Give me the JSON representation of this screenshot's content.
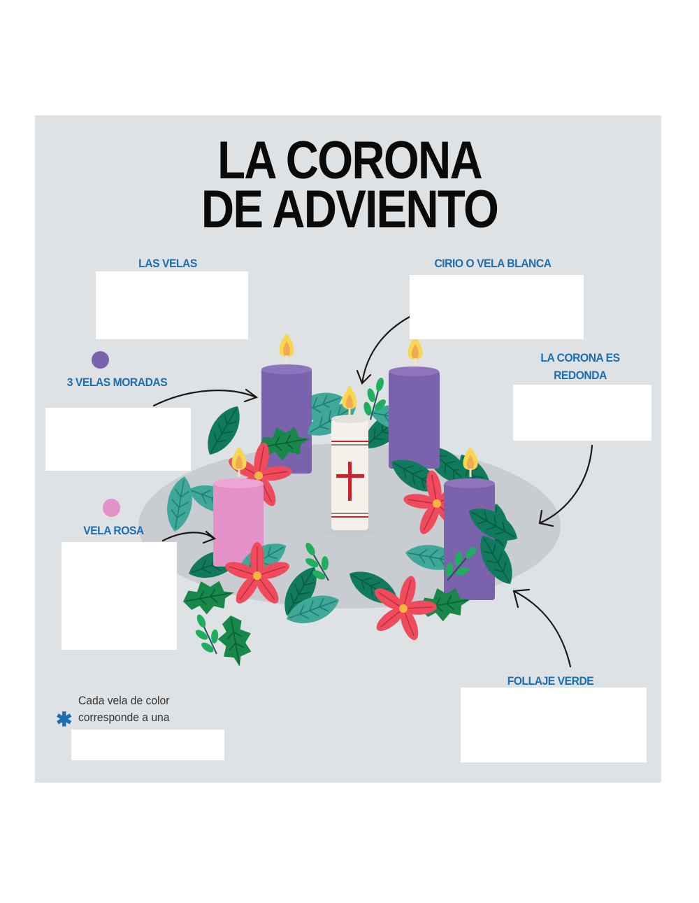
{
  "title": {
    "line1": "LA CORONA",
    "line2": "DE ADVIENTO"
  },
  "labels": {
    "las_velas": "LAS VELAS",
    "cirio": "CIRIO O VELA BLANCA",
    "moradas": "3 VELAS MORADAS",
    "corona_line1": "LA CORONA ES",
    "corona_line2": "REDONDA",
    "vela_rosa": "VELA ROSA",
    "follaje": "FOLLAJE VERDE"
  },
  "note": {
    "line1": "Cada vela de color",
    "line2": "corresponde a una",
    "icon": "asterisk-icon"
  },
  "answers": {
    "las_velas": "",
    "cirio": "",
    "moradas": "",
    "corona": "",
    "vela_rosa": "",
    "follaje": "",
    "nota": ""
  },
  "colors": {
    "background_panel": "#dfe2e5",
    "label_blue": "#1b6fb1",
    "purple_candle": "#7b62ad",
    "pink_candle": "#e391c6",
    "white_candle": "#f3f1ea",
    "flame": "#f7c54a",
    "poinsettia": "#ef4b5c",
    "leaf_dark": "#0f7a5c",
    "leaf_teal": "#3fa898",
    "leaf_green": "#1fae5e"
  },
  "illustration": {
    "candles": [
      {
        "name": "purple-candle-1",
        "color": "purple"
      },
      {
        "name": "purple-candle-2",
        "color": "purple"
      },
      {
        "name": "purple-candle-3",
        "color": "purple"
      },
      {
        "name": "pink-candle",
        "color": "pink"
      },
      {
        "name": "white-candle",
        "color": "white",
        "symbol": "cross"
      }
    ]
  }
}
